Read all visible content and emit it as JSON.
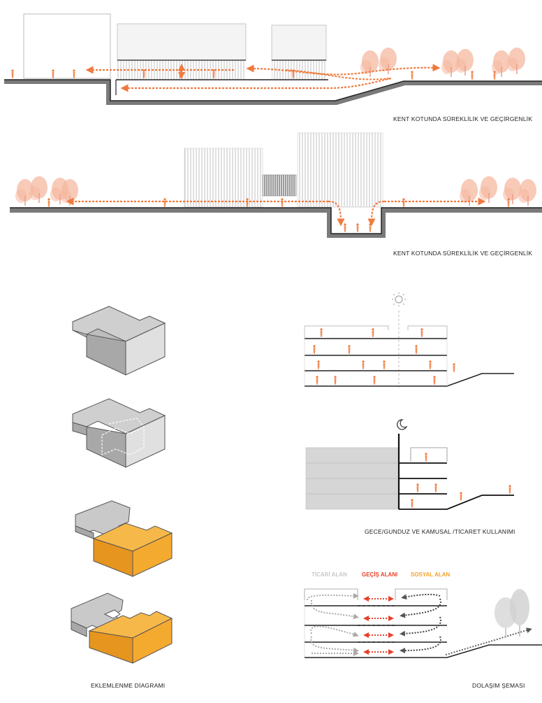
{
  "captions": {
    "section1": "KENT KOTUNDA SÜREKLİLİK VE GEÇİRGENLİK",
    "section2": "KENT KOTUNDA SÜREKLİLİK VE GEÇİRGENLİK",
    "daynight": "GECE/GUNDUZ VE KAMUSAL /TİCARET KULLANIMI",
    "assembly": "EKLEMLENME DİAGRAMI",
    "circulation": "DOLAŞIM ŞEMASI"
  },
  "legend": [
    {
      "label": "TİCARİ ALAN",
      "color": "#c8c8c8"
    },
    {
      "label": "GEÇİŞ ALANI",
      "color": "#e8412a"
    },
    {
      "label": "SOSYAL ALAN",
      "color": "#f2a22e"
    }
  ],
  "colors": {
    "orange_flow": "#f07a3e",
    "tree_pink": "#f6b8a0",
    "ground": "#3a3a3a",
    "ground_fill": "#7a7a7a",
    "block_gray": "#c9c9c9",
    "block_orange": "#f4a92f",
    "grey_flow": "#8a8a8a"
  },
  "icons": {
    "sun": "sun-icon",
    "moon": "moon-icon"
  }
}
